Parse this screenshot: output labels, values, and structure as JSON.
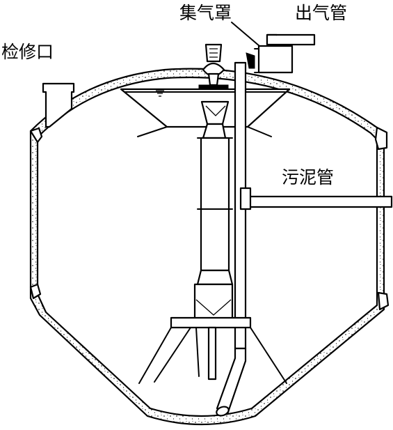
{
  "labels": {
    "gas_collector": "集气罩",
    "gas_outlet_pipe": "出气管",
    "inspection_port": "检修口",
    "sludge_pipe": "污泥管"
  }
}
